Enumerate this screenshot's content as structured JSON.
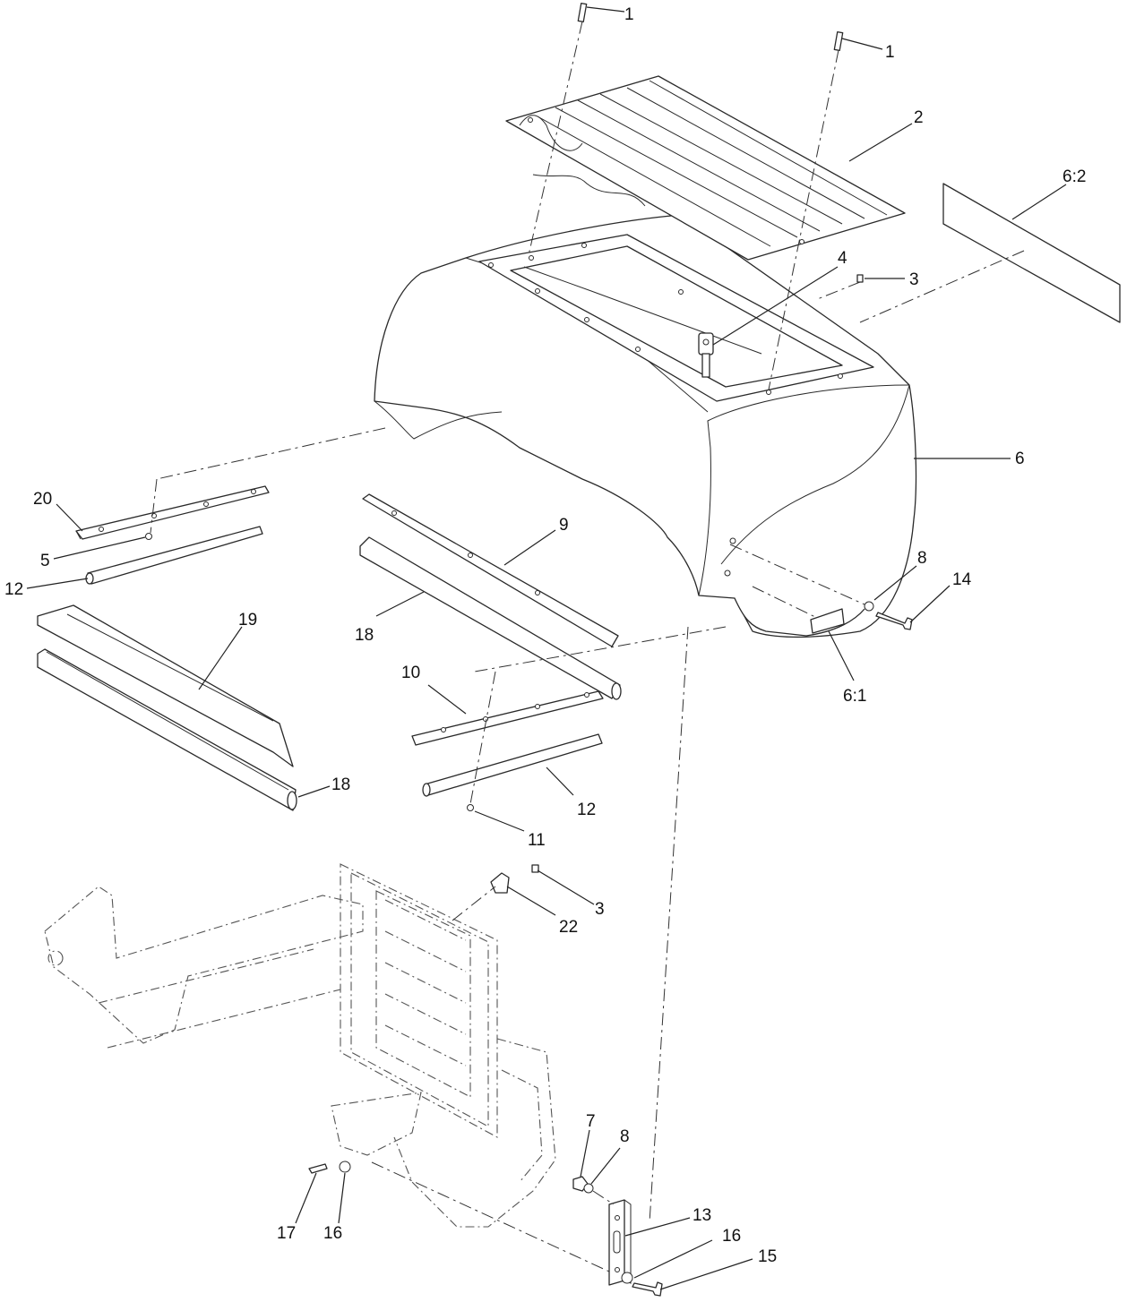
{
  "callouts": [
    {
      "id": "c1a",
      "text": "1"
    },
    {
      "id": "c1b",
      "text": "1"
    },
    {
      "id": "c2",
      "text": "2"
    },
    {
      "id": "c62",
      "text": "6:2"
    },
    {
      "id": "c3a",
      "text": "3"
    },
    {
      "id": "c4",
      "text": "4"
    },
    {
      "id": "c6",
      "text": "6"
    },
    {
      "id": "c20",
      "text": "20"
    },
    {
      "id": "c5",
      "text": "5"
    },
    {
      "id": "c12a",
      "text": "12"
    },
    {
      "id": "c9",
      "text": "9"
    },
    {
      "id": "c19",
      "text": "19"
    },
    {
      "id": "c18a",
      "text": "18"
    },
    {
      "id": "c8a",
      "text": "8"
    },
    {
      "id": "c14",
      "text": "14"
    },
    {
      "id": "c61",
      "text": "6:1"
    },
    {
      "id": "c10",
      "text": "10"
    },
    {
      "id": "c18b",
      "text": "18"
    },
    {
      "id": "c12b",
      "text": "12"
    },
    {
      "id": "c11",
      "text": "11"
    },
    {
      "id": "c3b",
      "text": "3"
    },
    {
      "id": "c22",
      "text": "22"
    },
    {
      "id": "c7",
      "text": "7"
    },
    {
      "id": "c8b",
      "text": "8"
    },
    {
      "id": "c13",
      "text": "13"
    },
    {
      "id": "c16a",
      "text": "16"
    },
    {
      "id": "c15",
      "text": "15"
    },
    {
      "id": "c17",
      "text": "17"
    },
    {
      "id": "c16b",
      "text": "16"
    }
  ]
}
